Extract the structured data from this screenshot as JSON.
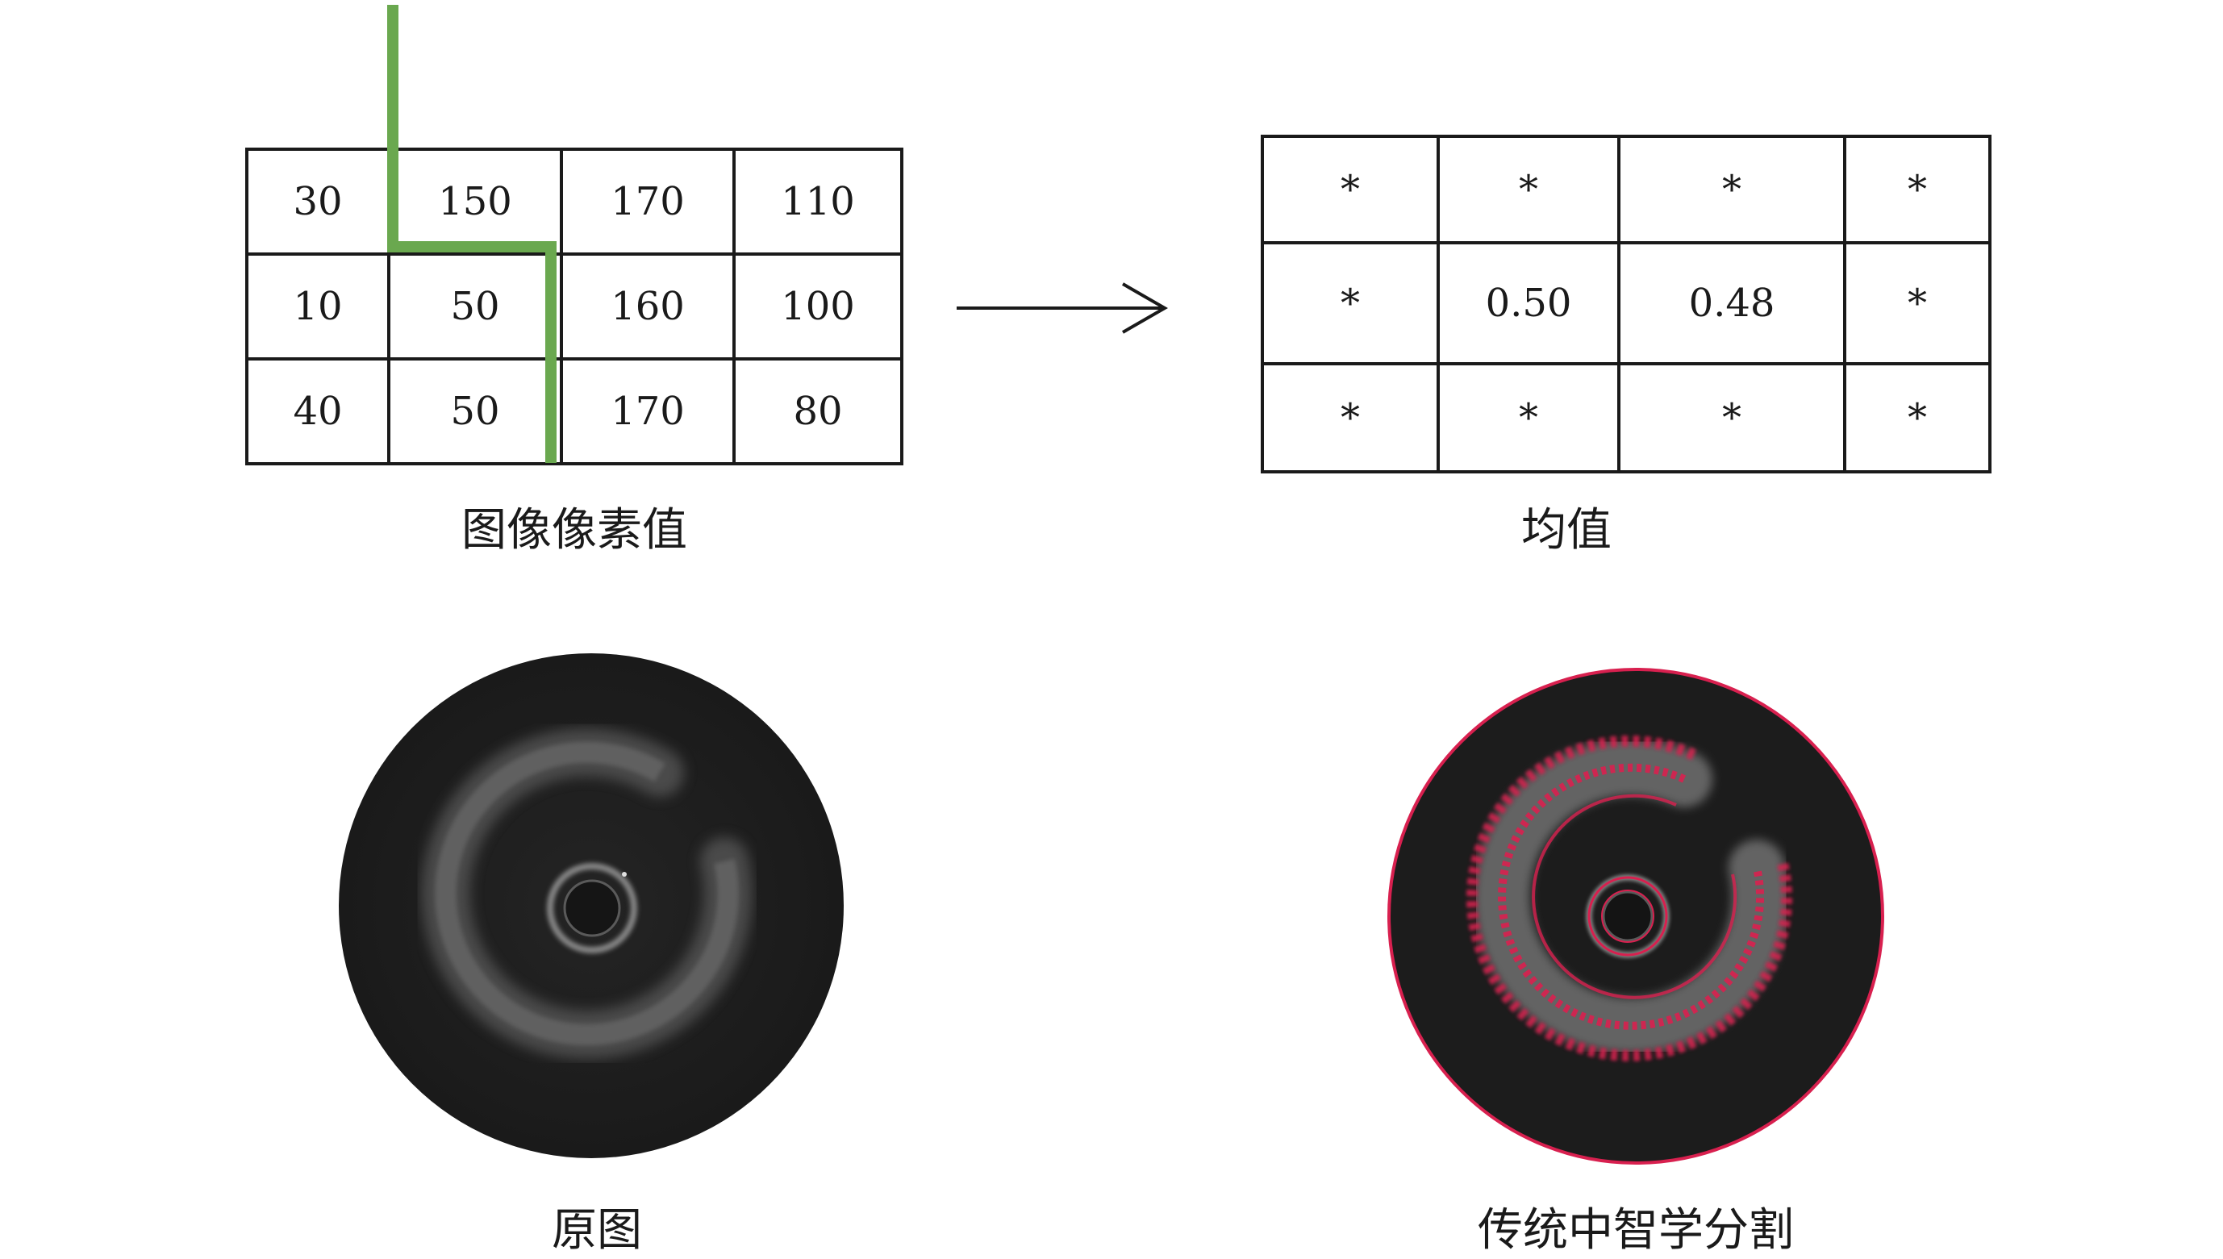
{
  "pixel_table": {
    "rows": [
      [
        "30",
        "150",
        "170",
        "110"
      ],
      [
        "10",
        "50",
        "160",
        "100"
      ],
      [
        "40",
        "50",
        "170",
        "80"
      ]
    ],
    "caption": "图像像素值"
  },
  "mean_table": {
    "rows": [
      [
        "*",
        "*",
        "*",
        "*"
      ],
      [
        "*",
        "0.50",
        "0.48",
        "*"
      ],
      [
        "*",
        "*",
        "*",
        "*"
      ]
    ],
    "caption": "均值"
  },
  "original_image": {
    "caption": "原图"
  },
  "segmented_image": {
    "caption": "传统中智学分割"
  },
  "colors": {
    "boundary_line": "#6aa84f",
    "segmentation": "#d8204f",
    "image_background": "#1c1c1c",
    "tissue": "#8a8a8a"
  }
}
